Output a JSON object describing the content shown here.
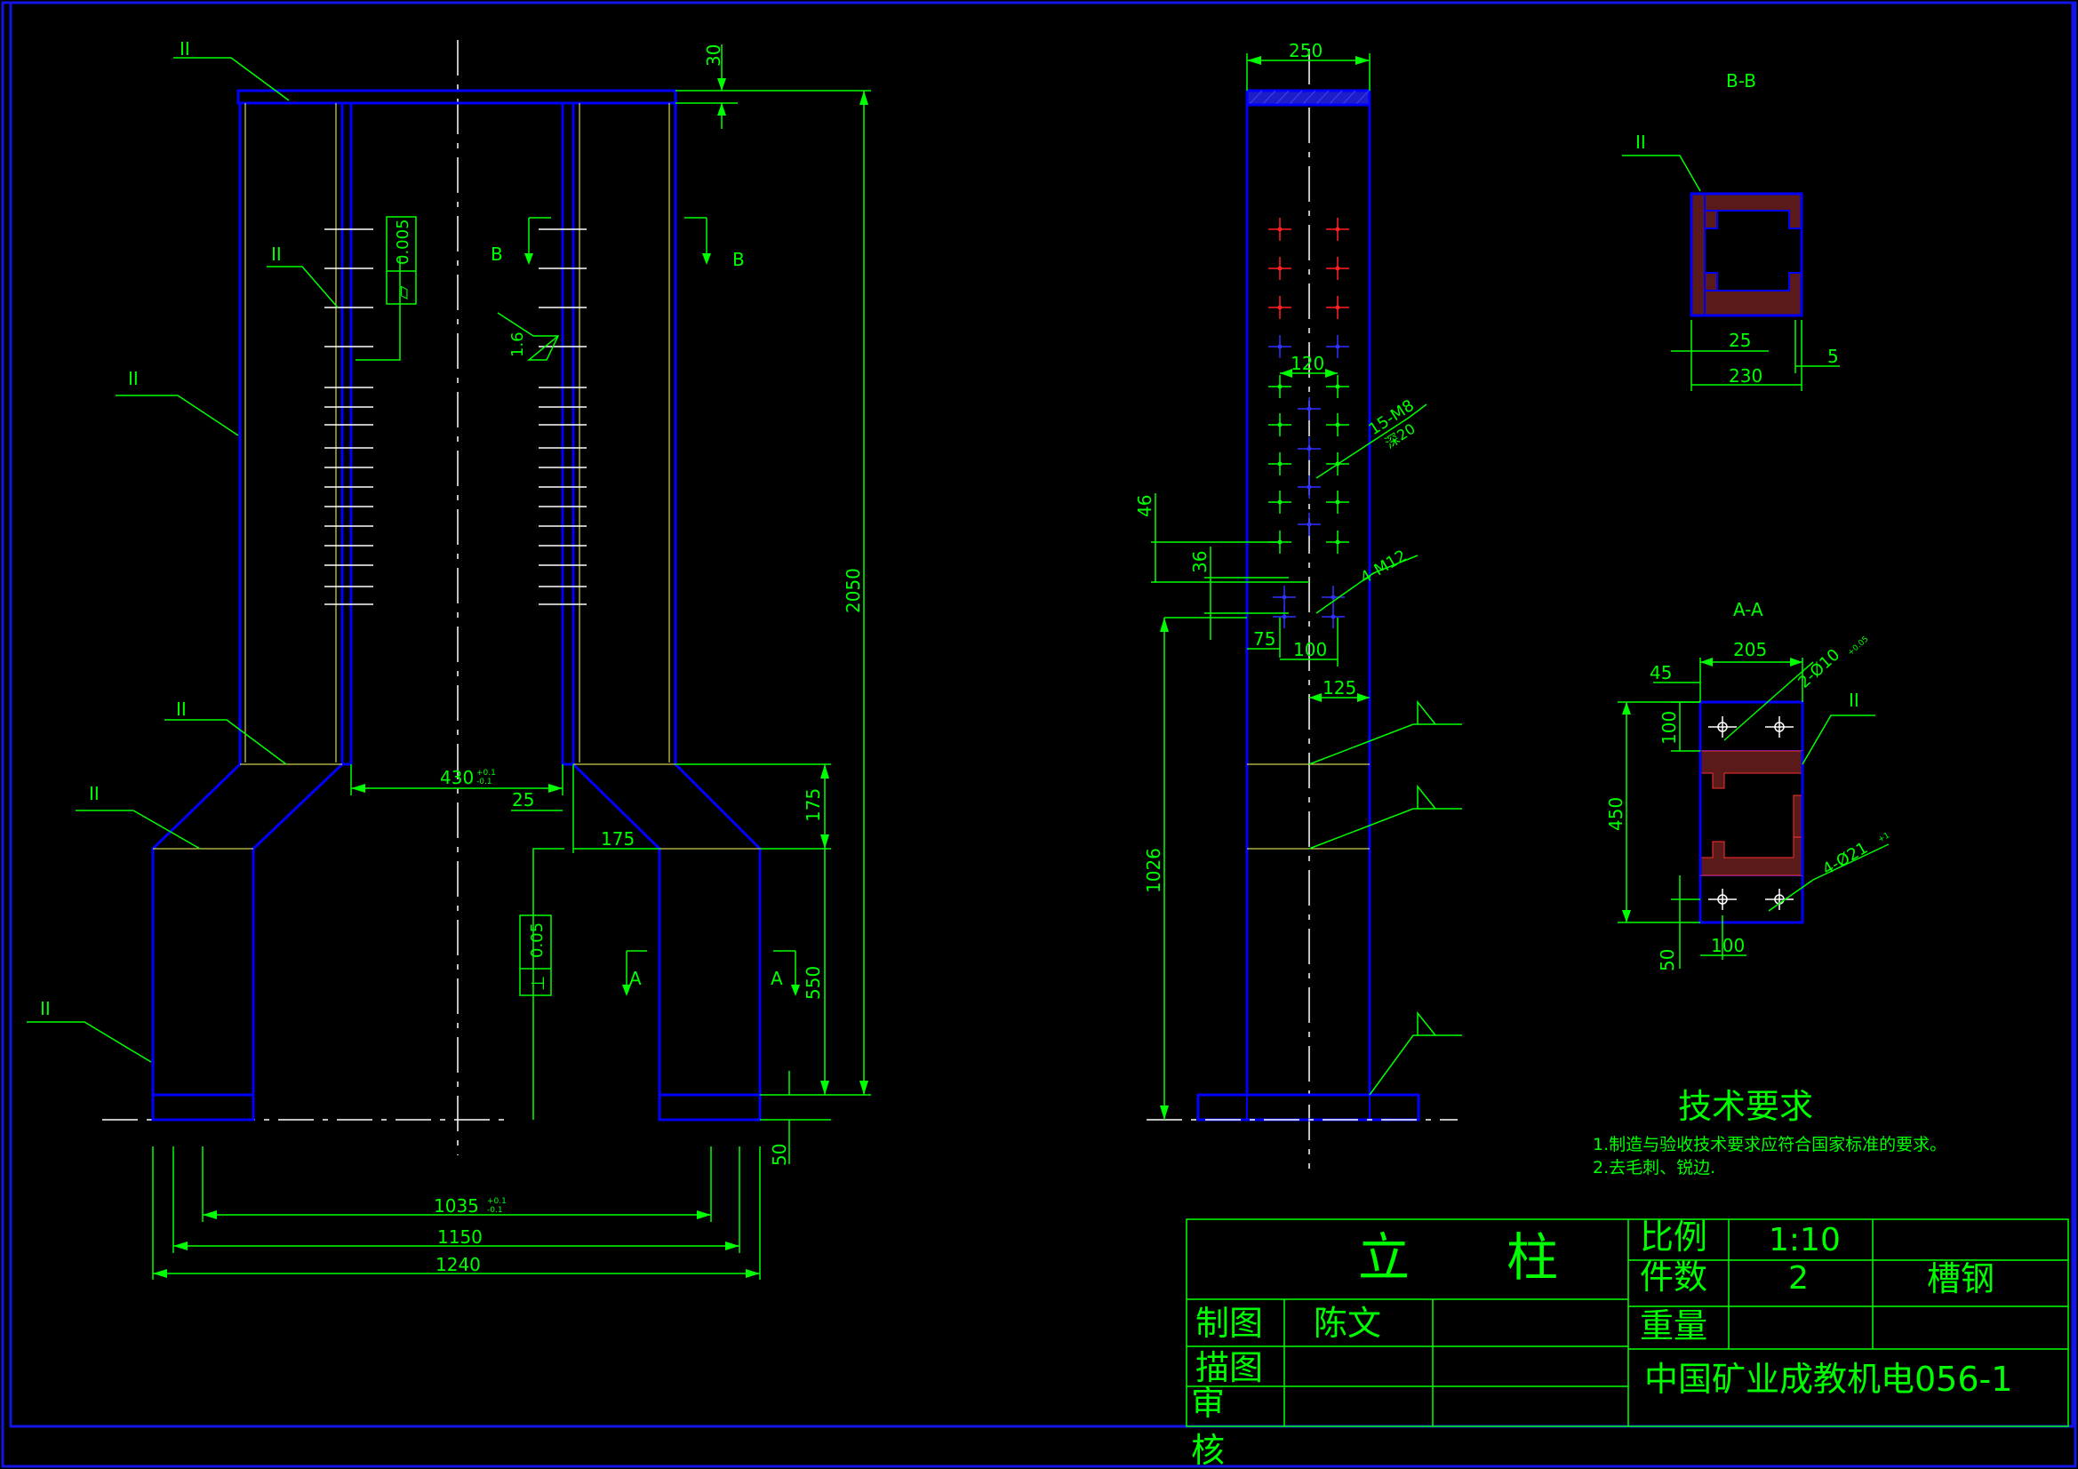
{
  "colors": {
    "background": "#000000",
    "frame": "#1414e6",
    "outline": "#0000ff",
    "dimension": "#00ff00",
    "yellow": "#ffff66",
    "white": "#ffffff",
    "red": "#ff2020"
  },
  "front_view": {
    "roughness_mark": "II",
    "dims": {
      "top": "30",
      "height": "2050",
      "inner_width": "430",
      "offset": "25",
      "step": "175",
      "vert_step": "175",
      "lower": "550",
      "base": "50",
      "w1": "1035",
      "w2": "1150",
      "w3": "1240"
    },
    "tolerance": {
      "inner_upper": "+0.1",
      "inner_lower": "-0.1",
      "w1_upper": "+0.1",
      "w1_lower": "-0.1"
    },
    "flatness": {
      "symbol": "▱",
      "value": "0.005"
    },
    "perpendicular": {
      "symbol": "⊥",
      "value": "0.05"
    },
    "surface_finish": "1.6",
    "section_b": "B",
    "section_a": "A"
  },
  "side_view": {
    "dims": {
      "width": "250",
      "hole_spacing": "120",
      "d46": "46",
      "d36": "36",
      "d75": "75",
      "d100": "100",
      "d125": "125",
      "d1026": "1026"
    },
    "callout_holes": "15-M8",
    "callout_depth": "深20",
    "callout_m12": "4-M12"
  },
  "section_bb": {
    "title": "B-B",
    "mark": "II",
    "dims": {
      "inner": "25",
      "width": "230",
      "lip": "5"
    }
  },
  "section_aa": {
    "title": "A-A",
    "mark": "II",
    "dims": {
      "left": "45",
      "width": "205",
      "top": "100",
      "height": "450",
      "bottom": "50",
      "spacing": "100"
    },
    "callout_top": "2-Ø10",
    "callout_top_tol": "+0.05",
    "callout_bottom": "4-Ø21",
    "callout_bottom_tol": "+1"
  },
  "tech": {
    "title": "技术要求",
    "items": [
      "1.制造与验收技术要求应符合国家标准的要求。",
      "2.去毛刺、锐边."
    ]
  },
  "title_block": {
    "part_name_1": "立",
    "part_name_2": "柱",
    "scale_label": "比例",
    "scale_value": "1:10",
    "qty_label": "件数",
    "qty_value": "2",
    "material": "槽钢",
    "drawn_label": "制图",
    "drawn_by": "陈文",
    "traced_label": "描图",
    "review_label_1": "审",
    "review_label_2": "核",
    "weight_label": "重量",
    "drawing_no": "中国矿业成教机电056-1"
  }
}
